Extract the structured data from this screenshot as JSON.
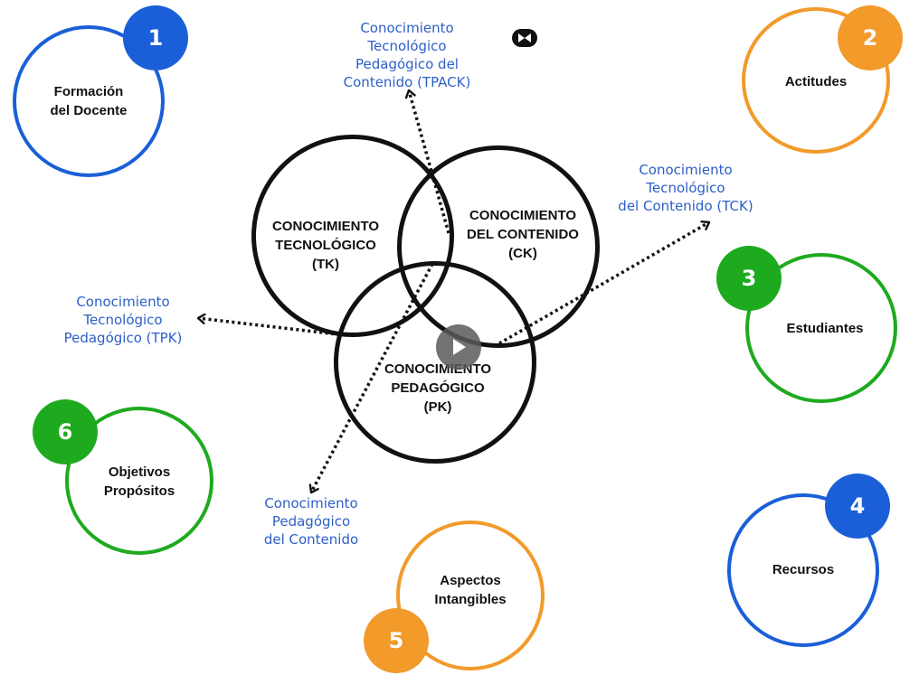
{
  "factors": [
    {
      "number": "1",
      "label": "Formación\ndel Docente",
      "color": "#1a5fd8"
    },
    {
      "number": "2",
      "label": "Actitudes",
      "color": "#f29a2a"
    },
    {
      "number": "3",
      "label": "Estudiantes",
      "color": "#1eaa1e"
    },
    {
      "number": "4",
      "label": "Recursos",
      "color": "#1a5fd8"
    },
    {
      "number": "5",
      "label": "Aspectos\nIntangibles",
      "color": "#f29a2a"
    },
    {
      "number": "6",
      "label": "Objetivos\nPropósitos",
      "color": "#1eaa1e"
    }
  ],
  "venn": {
    "tk": "CONOCIMIENTO\nTECNOLÓGICO\n(TK)",
    "ck": "CONOCIMIENTO\nDEL CONTENIDO\n(CK)",
    "pk": "CONOCIMIENTO\nPEDAGÓGICO\n(PK)"
  },
  "knowledge_labels": {
    "tpack": "Conocimiento\nTecnológico\nPedagógico del\nContenido (TPACK)",
    "tck": "Conocimiento\nTecnológico\ndel Contenido (TCK)",
    "tpk": "Conocimiento\nTecnológico\nPedagógico (TPK)",
    "pck": "Conocimiento\nPedagógico\ndel Contenido"
  },
  "colors": {
    "blue": "#1a5fd8",
    "orange": "#f29a2a",
    "green": "#1eaa1e",
    "label_blue": "#2d5fc7",
    "black": "#111111"
  },
  "controls": {
    "play_icon": "play-icon",
    "small_icon": "bowtie-icon"
  }
}
